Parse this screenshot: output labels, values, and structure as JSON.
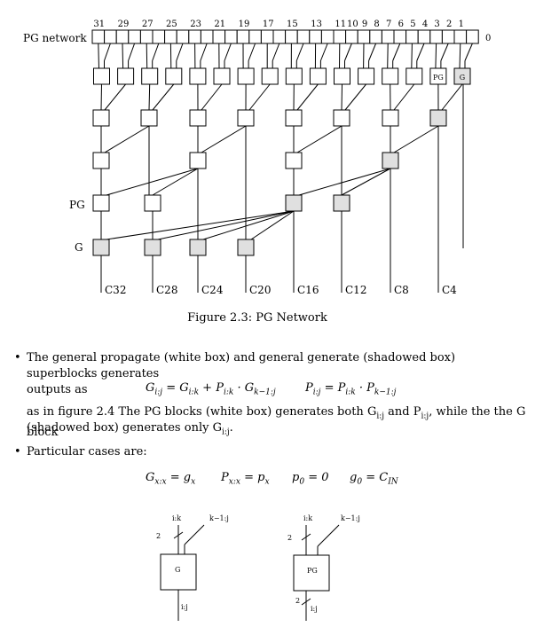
{
  "diagram": {
    "network_label": "PG network",
    "row_labels": {
      "pg": "PG",
      "g": "G"
    },
    "bit_labels": [
      "31",
      "29",
      "27",
      "25",
      "23",
      "21",
      "19",
      "17",
      "15",
      "13",
      "11",
      "10",
      "9",
      "8",
      "7",
      "6",
      "5",
      "4",
      "3",
      "2",
      "1"
    ],
    "zero_label": "0",
    "first_row_texts": {
      "pg": "PG",
      "g": "G"
    },
    "carry_labels": [
      "C32",
      "C28",
      "C24",
      "C20",
      "C16",
      "C12",
      "C8",
      "C4"
    ]
  },
  "figure_caption": "Figure 2.3: PG Network",
  "bullets": {
    "b1_line1": "The general propagate (white box) and general generate (shadowed box) superblocks generates",
    "b1_line2": "outputs as",
    "eq1_g": "G",
    "eq1_g_sub": "i:j",
    "eq1_rhs1": "= G",
    "eq1_rhs1_sub": "i:k",
    "eq1_rhs2": "+ P",
    "eq1_rhs2_sub": "i:k",
    "eq1_rhs3": "· G",
    "eq1_rhs3_sub": "k−1:j",
    "eq2_p": "P",
    "eq2_p_sub": "i:j",
    "eq2_rhs1": "= P",
    "eq2_rhs1_sub": "i:k",
    "eq2_rhs2": "· P",
    "eq2_rhs2_sub": "k−1:j",
    "b1_line3": "as in figure 2.4 The PG blocks (white box) generates both G",
    "b1_line3_sub1": "i:j",
    "b1_line3_mid": " and P",
    "b1_line3_sub2": "i:j",
    "b1_line3_end": ", while the the G block",
    "b1_line4": "(shadowed box) generates only G",
    "b1_line4_sub": "i:j",
    "b1_line4_end": ".",
    "b2_line1": "Particular cases are:",
    "eq3_a": "G",
    "eq3_a_sub": "x:x",
    "eq3_a_rhs": "= g",
    "eq3_a_rhs_sub": "x",
    "eq3_b": "P",
    "eq3_b_sub": "x:x",
    "eq3_b_rhs": "= p",
    "eq3_b_rhs_sub": "x",
    "eq3_c": "p",
    "eq3_c_sub": "0",
    "eq3_c_rhs": "= 0",
    "eq3_d": "g",
    "eq3_d_sub": "0",
    "eq3_d_rhs": "= C",
    "eq3_d_rhs_sub": "IN"
  },
  "blocks": {
    "g_block": {
      "label": "G",
      "in_left": "i:k",
      "in_right": "k−1:j",
      "bus_width": "2",
      "out": "i:j"
    },
    "pg_block": {
      "label": "PG",
      "in_left": "i:k",
      "in_right": "k−1:j",
      "bus_width": "2",
      "out_width": "2",
      "out": "i:j"
    }
  }
}
